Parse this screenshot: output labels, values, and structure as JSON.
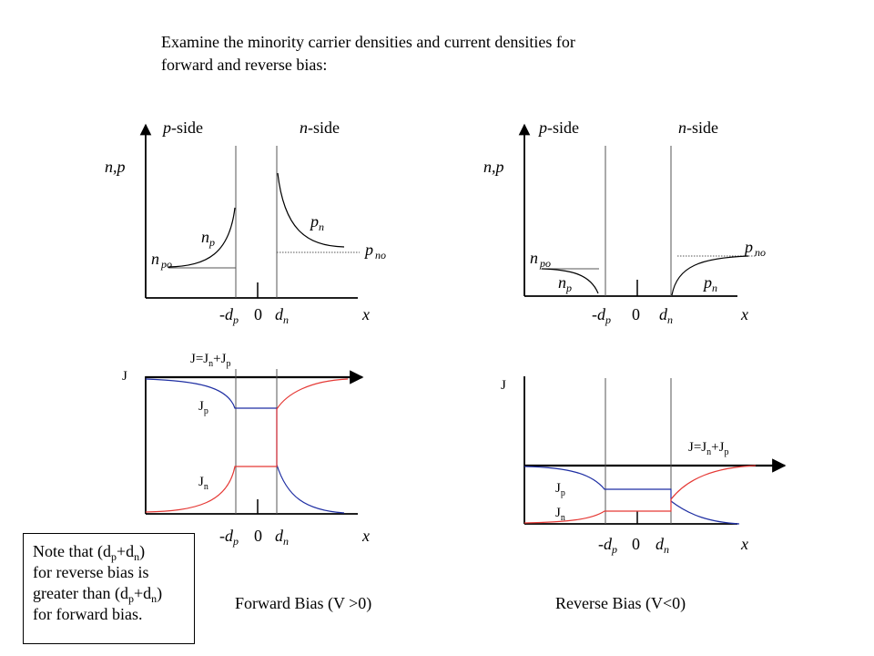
{
  "title": "Examine the minority carrier densities and current densities for\nforward and reverse bias:",
  "labels": {
    "p_side": "p",
    "n_side": "n",
    "side_suffix": "-side",
    "np_axis": "n,p",
    "x_axis": "x",
    "j_axis": "J",
    "n_letter": "n",
    "p_letter": "p",
    "sub_po": "po",
    "sub_no": "no",
    "sub_p": "p",
    "sub_n": "n",
    "d_letter": "d",
    "minus_d": "-d",
    "zero": "0",
    "J_eq": "J=J",
    "J_plus": "+J",
    "J_letter": "J"
  },
  "captions": {
    "forward": "Forward Bias (V >0)",
    "reverse": "Reverse Bias (V<0)"
  },
  "note": {
    "line1_a": "Note that (d",
    "line1_b": "+d",
    "line1_c": ")",
    "line2": "for reverse bias is",
    "line3_a": "greater than (d",
    "line3_b": "+d",
    "line3_c": ")",
    "line4": "for forward bias.",
    "sub_p": "p",
    "sub_n": "n"
  },
  "colors": {
    "axis": "#000000",
    "boundary": "#555555",
    "jn_curve": "#e53935",
    "jp_curve": "#1f2fa3"
  }
}
